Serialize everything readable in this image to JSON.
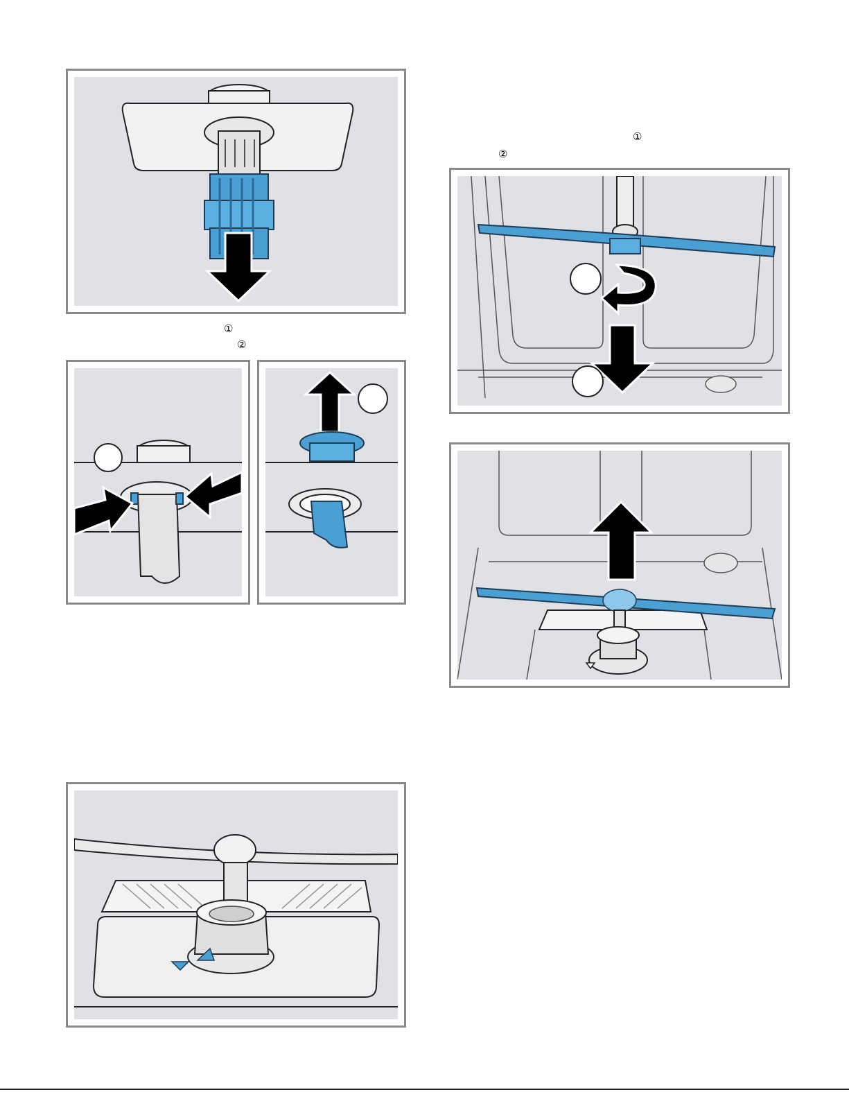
{
  "markers": {
    "left_step_1": "①",
    "left_step_2": "②",
    "right_step_1": "①",
    "right_step_2": "②"
  },
  "colors": {
    "panel_bg": "#dfe1e7",
    "part_blue": "#4a9fd4",
    "part_blue_dark": "#2f79a8",
    "frame": "#8a8a8a",
    "arrow": "#000000"
  },
  "icons": [
    "arrow-down-icon",
    "arrow-up-icon",
    "press-arrow-icon",
    "rotate-arrow-icon",
    "triangle-marker-icon"
  ]
}
